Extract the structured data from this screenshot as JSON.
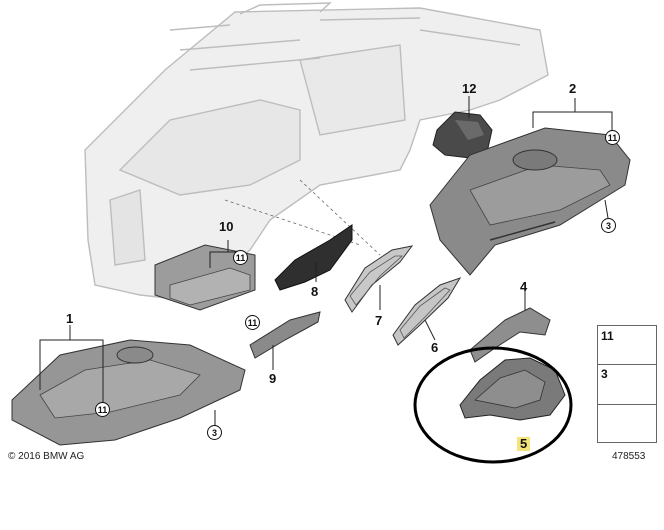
{
  "callouts": [
    {
      "id": "1",
      "text": "1"
    },
    {
      "id": "2",
      "text": "2"
    },
    {
      "id": "4",
      "text": "4"
    },
    {
      "id": "5",
      "text": "5"
    },
    {
      "id": "6",
      "text": "6"
    },
    {
      "id": "7",
      "text": "7"
    },
    {
      "id": "8",
      "text": "8"
    },
    {
      "id": "9",
      "text": "9"
    },
    {
      "id": "10",
      "text": "10"
    },
    {
      "id": "12",
      "text": "12"
    }
  ],
  "circled": {
    "c11_a": "11",
    "c11_b": "11",
    "c11_c": "11",
    "c11_d": "11",
    "c3_a": "3",
    "c3_b": "3"
  },
  "legend": {
    "row1": "11",
    "row2": "3"
  },
  "footer": {
    "copyright": "© 2016 BMW AG",
    "diagram_id": "478553"
  },
  "highlight_color": "#f4e27a"
}
